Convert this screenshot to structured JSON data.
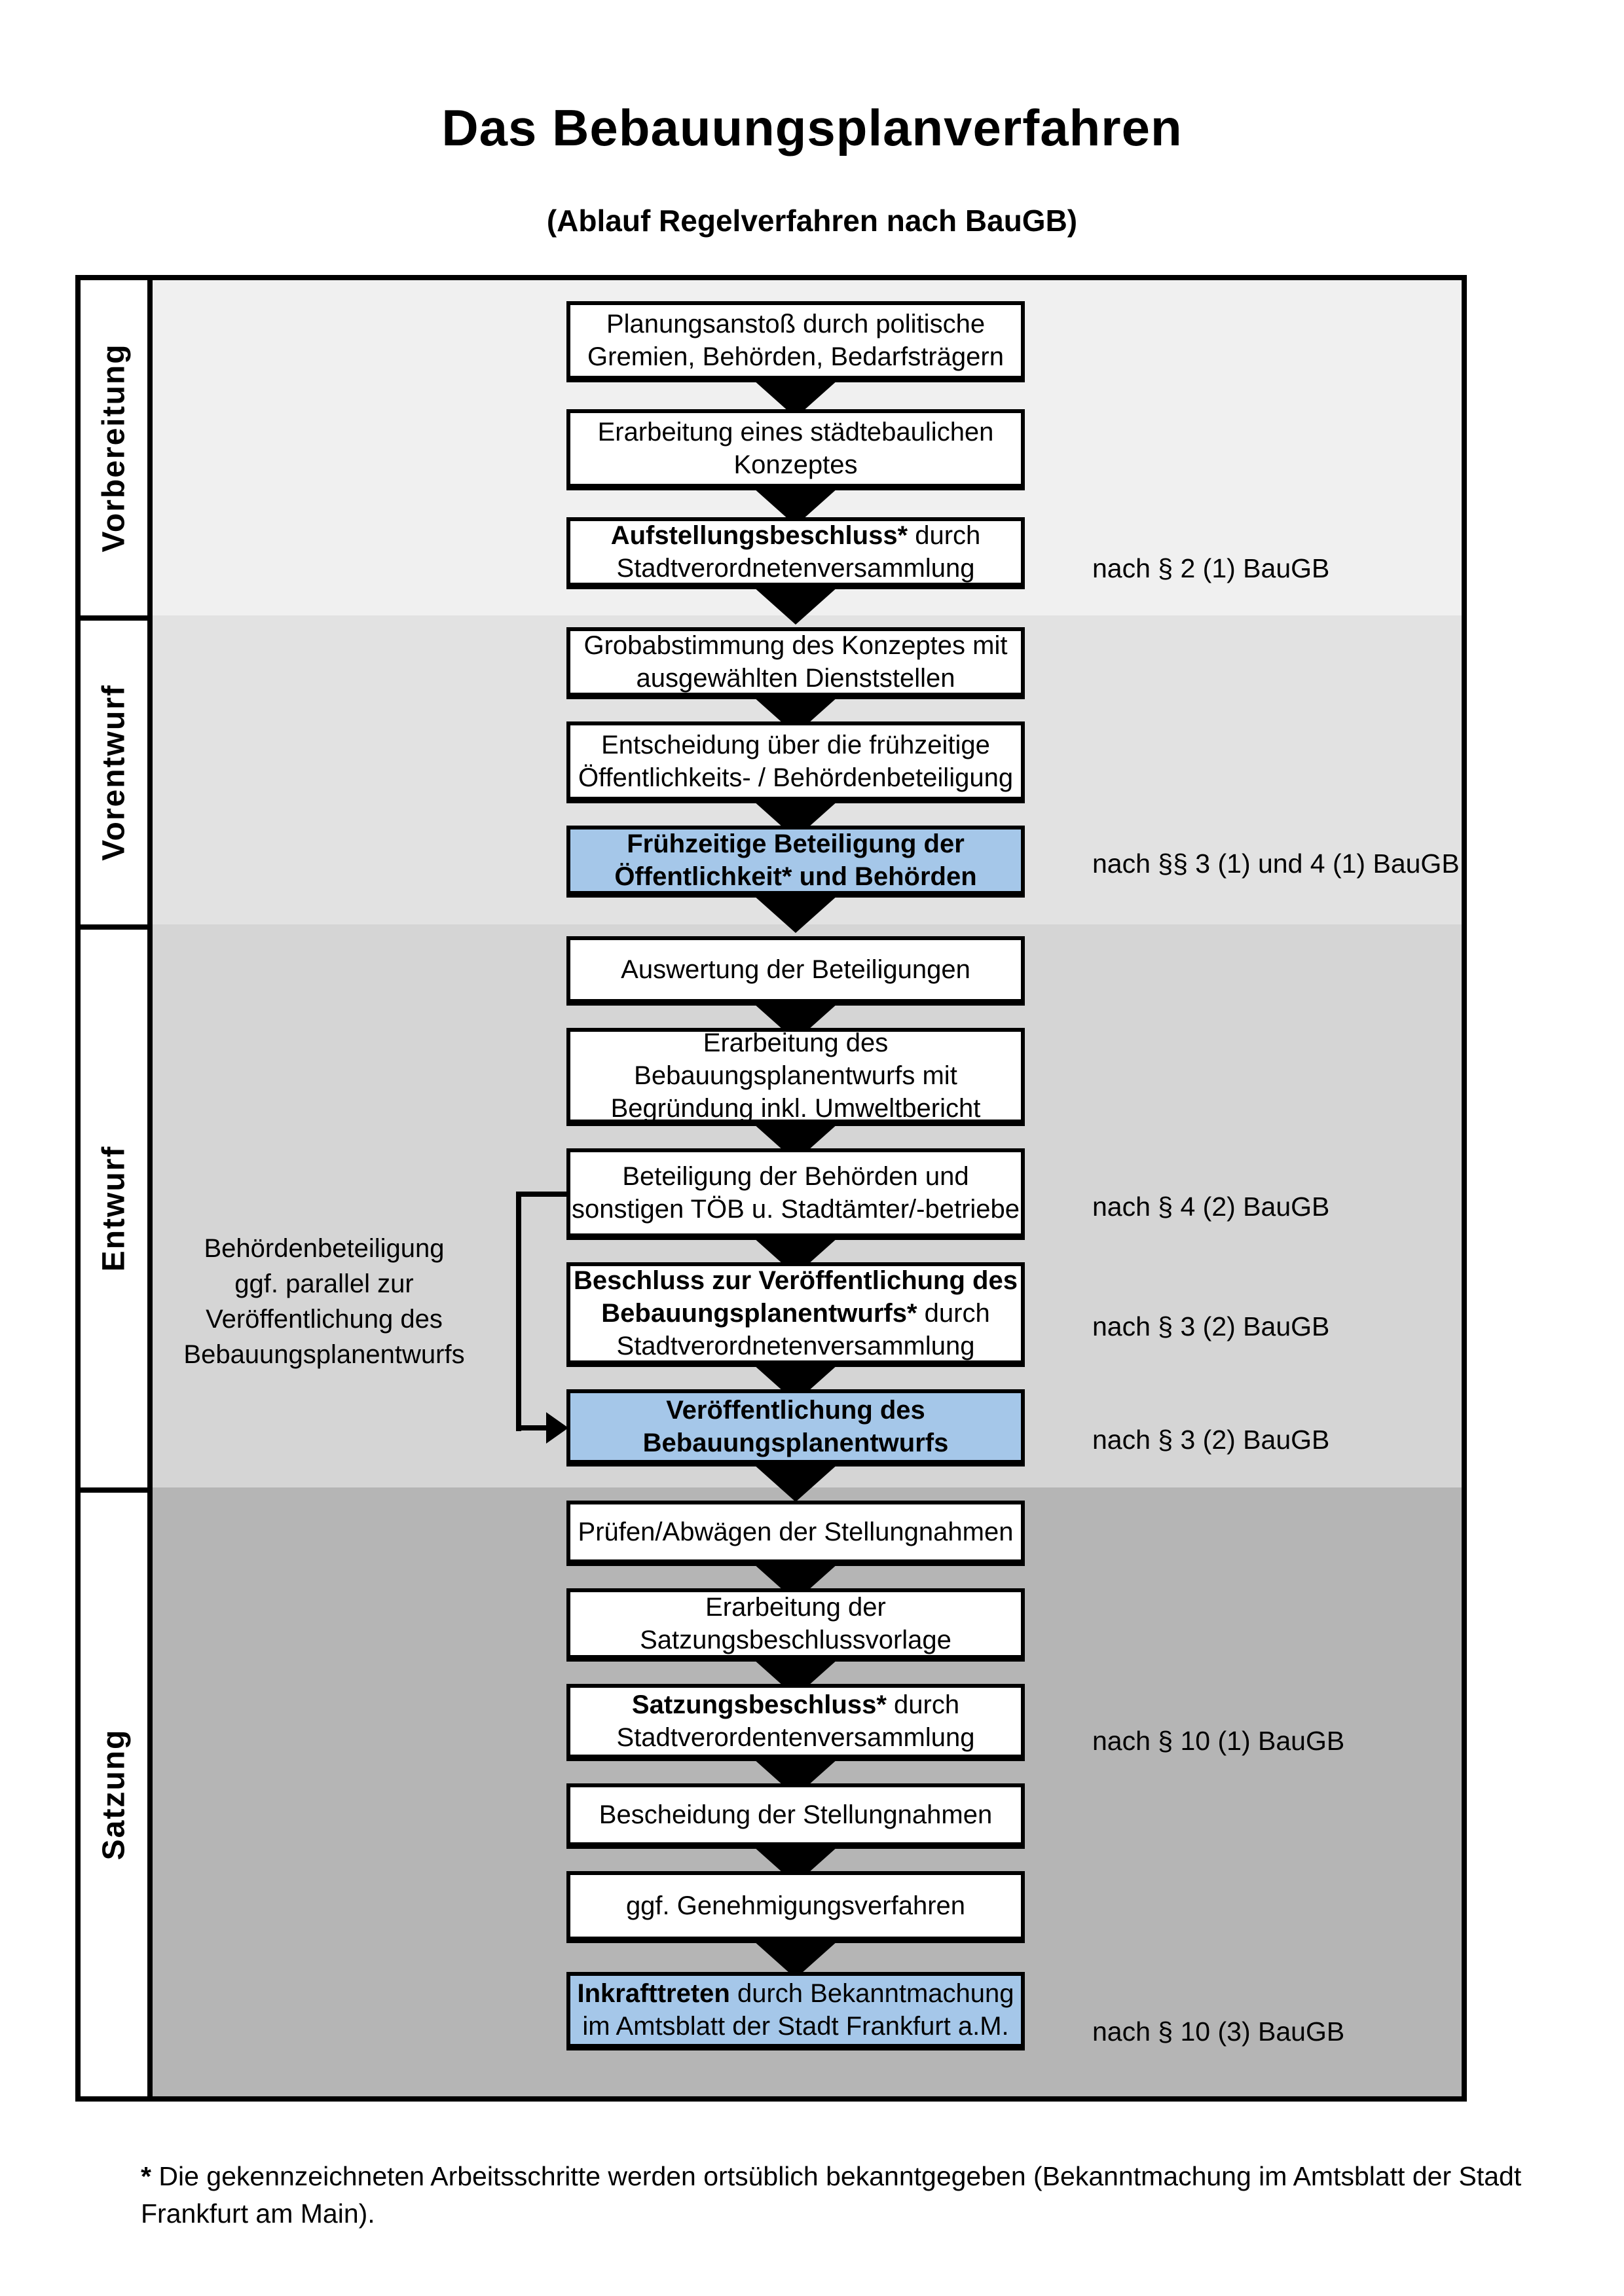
{
  "title": "Das Bebauungsplanverfahren",
  "subtitle": "(Ablauf Regelverfahren nach BauGB)",
  "colors": {
    "band_vorbereitung": "#f0f0f0",
    "band_vorentwurf": "#e2e2e2",
    "band_entwurf": "#d5d5d5",
    "band_satzung": "#b5b5b5",
    "highlight_box": "#a5c7e9",
    "box_border": "#000000"
  },
  "phases": [
    {
      "label": "Vorbereitung"
    },
    {
      "label": "Vorentwurf"
    },
    {
      "label": "Entwurf"
    },
    {
      "label": "Satzung"
    }
  ],
  "steps": [
    {
      "lines": [
        {
          "r": "Planungsanstoß durch politische"
        },
        {
          "r": "Gremien, Behörden, Bedarfsträgern"
        }
      ]
    },
    {
      "lines": [
        {
          "r": "Erarbeitung eines städtebaulichen"
        },
        {
          "r": "Konzeptes"
        }
      ]
    },
    {
      "lines": [
        {
          "b": "Aufstellungsbeschluss*",
          "r": " durch"
        },
        {
          "r": "Stadtverordnetenversammlung"
        }
      ]
    },
    {
      "lines": [
        {
          "r": "Grobabstimmung des Konzeptes mit"
        },
        {
          "r": "ausgewählten Dienststellen"
        }
      ]
    },
    {
      "lines": [
        {
          "r": "Entscheidung über die frühzeitige"
        },
        {
          "r": "Öffentlichkeits- / Behördenbeteiligung"
        }
      ]
    },
    {
      "highlight": true,
      "lines": [
        {
          "b": "Frühzeitige Beteiligung der"
        },
        {
          "b": "Öffentlichkeit* und Behörden"
        }
      ]
    },
    {
      "lines": [
        {
          "r": "Auswertung der Beteiligungen"
        }
      ]
    },
    {
      "lines": [
        {
          "r": "Erarbeitung des"
        },
        {
          "r": "Bebauungsplanentwurfs mit"
        },
        {
          "r": "Begründung inkl. Umweltbericht"
        }
      ]
    },
    {
      "lines": [
        {
          "r": "Beteiligung der Behörden und"
        },
        {
          "r": "sonstigen TÖB u. Stadtämter/-betriebe"
        }
      ]
    },
    {
      "lines": [
        {
          "b": "Beschluss zur Veröffentlichung des"
        },
        {
          "b": "Bebauungsplanentwurfs*",
          "r": " durch"
        },
        {
          "r": "Stadtverordnetenversammlung"
        }
      ]
    },
    {
      "highlight": true,
      "lines": [
        {
          "b": "Veröffentlichung des"
        },
        {
          "b": "Bebauungsplanentwurfs"
        }
      ]
    },
    {
      "lines": [
        {
          "r": "Prüfen/Abwägen der Stellungnahmen"
        }
      ]
    },
    {
      "lines": [
        {
          "r": "Erarbeitung der"
        },
        {
          "r": "Satzungsbeschlussvorlage"
        }
      ]
    },
    {
      "lines": [
        {
          "b": "Satzungsbeschluss*",
          "r": " durch"
        },
        {
          "r": "Stadtverordentenversammlung"
        }
      ]
    },
    {
      "lines": [
        {
          "r": "Bescheidung der Stellungnahmen"
        }
      ]
    },
    {
      "lines": [
        {
          "r": "ggf. Genehmigungsverfahren"
        }
      ]
    },
    {
      "highlight": true,
      "lines": [
        {
          "b": "Inkrafttreten",
          "r": " durch Bekanntmachung"
        },
        {
          "r": "im Amtsblatt der Stadt Frankfurt a.M."
        }
      ]
    }
  ],
  "law_refs": [
    {
      "text": "nach § 2 (1) BauGB"
    },
    {
      "text": "nach §§ 3 (1) und 4 (1) BauGB"
    },
    {
      "text": "nach § 4 (2) BauGB"
    },
    {
      "text": "nach § 3 (2) BauGB"
    },
    {
      "text": "nach § 3 (2) BauGB"
    },
    {
      "text": "nach § 10 (1) BauGB"
    },
    {
      "text": "nach § 10 (3) BauGB"
    }
  ],
  "side_note": {
    "lines": [
      "Behördenbeteiligung",
      "ggf. parallel zur",
      "Veröffentlichung des",
      "Bebauungsplanentwurfs"
    ]
  },
  "footnote": {
    "marker": "*",
    "line1": "Die gekennzeichneten Arbeitsschritte werden ortsüblich bekanntgegeben (Bekanntmachung im Amtsblatt  der Stadt",
    "line2": "Frankfurt am Main)."
  }
}
